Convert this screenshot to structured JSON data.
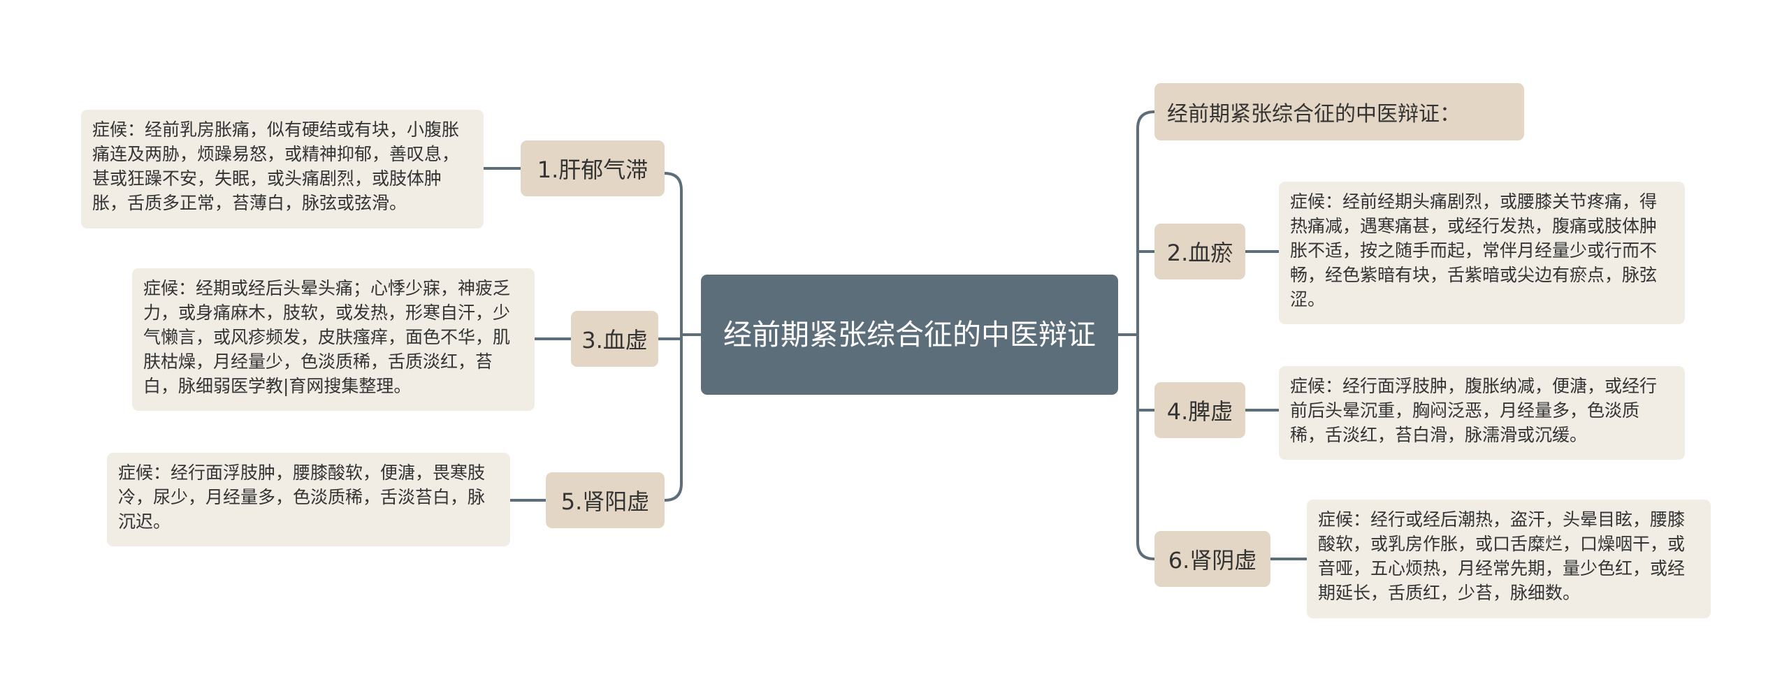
{
  "root": {
    "title": "经前期紧张综合征的中医辩证"
  },
  "branches": [
    {
      "id": "ganyu",
      "label": "1.肝郁气滞",
      "detail": "症候：经前乳房胀痛，似有硬结或有块，小腹胀痛连及两胁，烦躁易怒，或精神抑郁，善叹息，甚或狂躁不安，失眠，或头痛剧烈，或肢体肿胀，舌质多正常，苔薄白，脉弦或弦滑。"
    },
    {
      "id": "xuexu",
      "label": "3.血虚",
      "detail": "症候：经期或经后头晕头痛；心悸少寐，神疲乏力，或身痛麻木，肢软，或发热，形寒自汗，少气懒言，或风疹频发，皮肤瘙痒，面色不华，肌肤枯燥，月经量少，色淡质稀，舌质淡红，苔白，脉细弱医学教|育网搜集整理。"
    },
    {
      "id": "shenyang",
      "label": "5.肾阳虚",
      "detail": "症候：经行面浮肢肿，腰膝酸软，便溏，畏寒肢冷，尿少，月经量多，色淡质稀，舌淡苔白，脉沉迟。"
    },
    {
      "id": "heading",
      "label": "经前期紧张综合征的中医辩证："
    },
    {
      "id": "xueyu",
      "label": "2.血瘀",
      "detail": "症候：经前经期头痛剧烈，或腰膝关节疼痛，得热痛减，遇寒痛甚，或经行发热，腹痛或肢体肿胀不适，按之随手而起，常伴月经量少或行而不畅，经色紫暗有块，舌紫暗或尖边有瘀点，脉弦涩。"
    },
    {
      "id": "pixu",
      "label": "4.脾虚",
      "detail": "症候：经行面浮肢肿，腹胀纳减，便溏，或经行前后头晕沉重，胸闷泛恶，月经量多，色淡质稀，舌淡红，苔白滑，脉濡滑或沉缓。"
    },
    {
      "id": "shenyin",
      "label": "6.肾阴虚",
      "detail": "症候：经行或经后潮热，盗汗，头晕目眩，腰膝酸软，或乳房作胀，或口舌糜烂，口燥咽干，或音哑，五心烦热，月经常先期，量少色红，或经期延长，舌质红，少苔，脉细数。"
    }
  ],
  "colors": {
    "root_bg": "#5d6e7b",
    "branch_bg": "#e3d6c4",
    "leaf_bg": "#f1ede5",
    "line": "#5d6e7b"
  }
}
